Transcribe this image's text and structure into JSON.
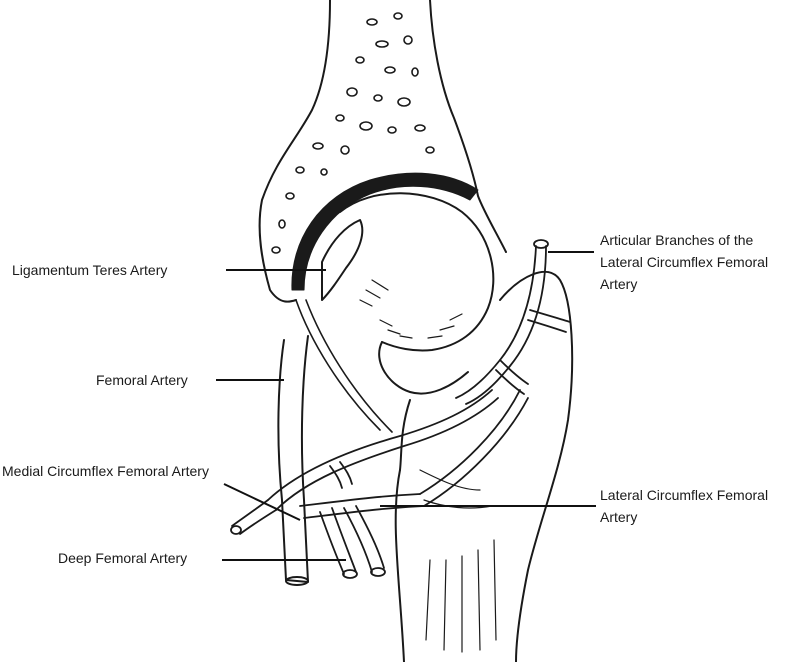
{
  "labels": {
    "ligamentum_teres_artery": "Ligamentum Teres Artery",
    "femoral_artery": "Femoral Artery",
    "medial_circumflex_femoral_artery": "Medial Circumflex Femoral Artery",
    "deep_femoral_artery": "Deep Femoral Artery",
    "articular_branches": [
      "Articular Branches of the",
      "Lateral Circumflex Femoral",
      "Artery"
    ],
    "lateral_circumflex_femoral_artery": [
      "Lateral Circumflex Femoral",
      "Artery"
    ]
  },
  "colors": {
    "ink": "#1a1a1a",
    "background": "#ffffff",
    "leader": "#111111"
  }
}
